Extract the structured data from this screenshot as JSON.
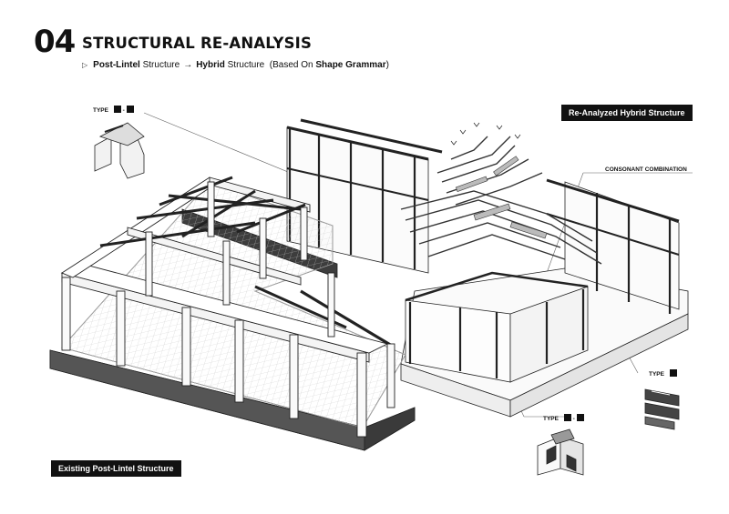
{
  "header": {
    "number": "04",
    "title": "STRUCTURAL RE-ANALYSIS",
    "subtitle": {
      "a_bold": "Post-Lintel",
      "a_rest": " Structure",
      "arrow": "→",
      "b_bold": "Hybrid",
      "b_rest": " Structure  (Based On ",
      "c_bold": "Shape Grammar",
      "c_end": ")"
    }
  },
  "tags": {
    "reanalyzed": "Re-Analyzed Hybrid Structure",
    "existing": "Existing Post-Lintel Structure"
  },
  "labels": {
    "type_top": "TYPE",
    "consonant": "CONSONANT COMBINATION",
    "type_right": "TYPE",
    "type_bottom": "TYPE"
  },
  "colors": {
    "ink": "#111111",
    "base_dark": "#4a4a4a",
    "base_top": "#d9d9d9",
    "line": "#555555"
  }
}
